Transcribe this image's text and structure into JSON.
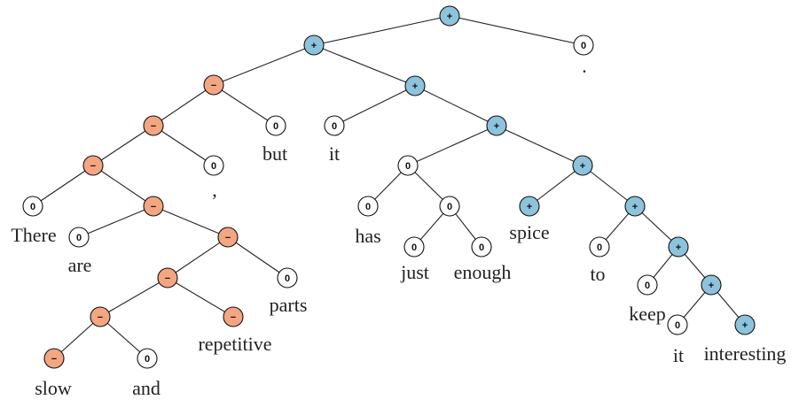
{
  "colors": {
    "positive": "#8dc3dc",
    "negative": "#f4a582",
    "neutral": "#ffffff",
    "stroke": "#111111",
    "text": "#222222"
  },
  "sentiment_labels": {
    "positive": "+",
    "negative": "−",
    "neutral": "0"
  },
  "nodes": [
    {
      "id": "root",
      "sentiment": "positive"
    },
    {
      "id": "n_plus_left",
      "parent": "root",
      "sentiment": "positive"
    },
    {
      "id": "n_period",
      "parent": "root",
      "sentiment": "neutral",
      "word": "."
    },
    {
      "id": "n_minus_a",
      "parent": "n_plus_left",
      "sentiment": "negative"
    },
    {
      "id": "n_plus_b",
      "parent": "n_plus_left",
      "sentiment": "positive"
    },
    {
      "id": "n_minus_c",
      "parent": "n_minus_a",
      "sentiment": "negative"
    },
    {
      "id": "n_but",
      "parent": "n_minus_a",
      "sentiment": "neutral",
      "word": "but"
    },
    {
      "id": "n_minus_d",
      "parent": "n_minus_c",
      "sentiment": "negative"
    },
    {
      "id": "n_comma",
      "parent": "n_minus_c",
      "sentiment": "neutral",
      "word": ","
    },
    {
      "id": "n_there",
      "parent": "n_minus_d",
      "sentiment": "neutral",
      "word": "There"
    },
    {
      "id": "n_minus_e",
      "parent": "n_minus_d",
      "sentiment": "negative"
    },
    {
      "id": "n_are",
      "parent": "n_minus_e",
      "sentiment": "neutral",
      "word": "are"
    },
    {
      "id": "n_minus_f",
      "parent": "n_minus_e",
      "sentiment": "negative"
    },
    {
      "id": "n_minus_g",
      "parent": "n_minus_f",
      "sentiment": "negative"
    },
    {
      "id": "n_parts",
      "parent": "n_minus_f",
      "sentiment": "neutral",
      "word": "parts"
    },
    {
      "id": "n_minus_h",
      "parent": "n_minus_g",
      "sentiment": "negative"
    },
    {
      "id": "n_repetitive",
      "parent": "n_minus_g",
      "sentiment": "negative",
      "word": "repetitive"
    },
    {
      "id": "n_slow",
      "parent": "n_minus_h",
      "sentiment": "negative",
      "word": "slow"
    },
    {
      "id": "n_and",
      "parent": "n_minus_h",
      "sentiment": "neutral",
      "word": "and"
    },
    {
      "id": "n_it1",
      "parent": "n_plus_b",
      "sentiment": "neutral",
      "word": "it"
    },
    {
      "id": "n_plus_i",
      "parent": "n_plus_b",
      "sentiment": "positive"
    },
    {
      "id": "n_zero_j",
      "parent": "n_plus_i",
      "sentiment": "neutral"
    },
    {
      "id": "n_plus_k",
      "parent": "n_plus_i",
      "sentiment": "positive"
    },
    {
      "id": "n_has",
      "parent": "n_zero_j",
      "sentiment": "neutral",
      "word": "has"
    },
    {
      "id": "n_zero_l",
      "parent": "n_zero_j",
      "sentiment": "neutral"
    },
    {
      "id": "n_just",
      "parent": "n_zero_l",
      "sentiment": "neutral",
      "word": "just"
    },
    {
      "id": "n_enough",
      "parent": "n_zero_l",
      "sentiment": "neutral",
      "word": "enough"
    },
    {
      "id": "n_spice",
      "parent": "n_plus_k",
      "sentiment": "positive",
      "word": "spice"
    },
    {
      "id": "n_plus_m",
      "parent": "n_plus_k",
      "sentiment": "positive"
    },
    {
      "id": "n_to",
      "parent": "n_plus_m",
      "sentiment": "neutral",
      "word": "to"
    },
    {
      "id": "n_plus_n",
      "parent": "n_plus_m",
      "sentiment": "positive"
    },
    {
      "id": "n_keep",
      "parent": "n_plus_n",
      "sentiment": "neutral",
      "word": "keep"
    },
    {
      "id": "n_plus_o",
      "parent": "n_plus_n",
      "sentiment": "positive"
    },
    {
      "id": "n_it2",
      "parent": "n_plus_o",
      "sentiment": "neutral",
      "word": "it"
    },
    {
      "id": "n_interesting",
      "parent": "n_plus_o",
      "sentiment": "positive",
      "word": "interesting"
    }
  ]
}
